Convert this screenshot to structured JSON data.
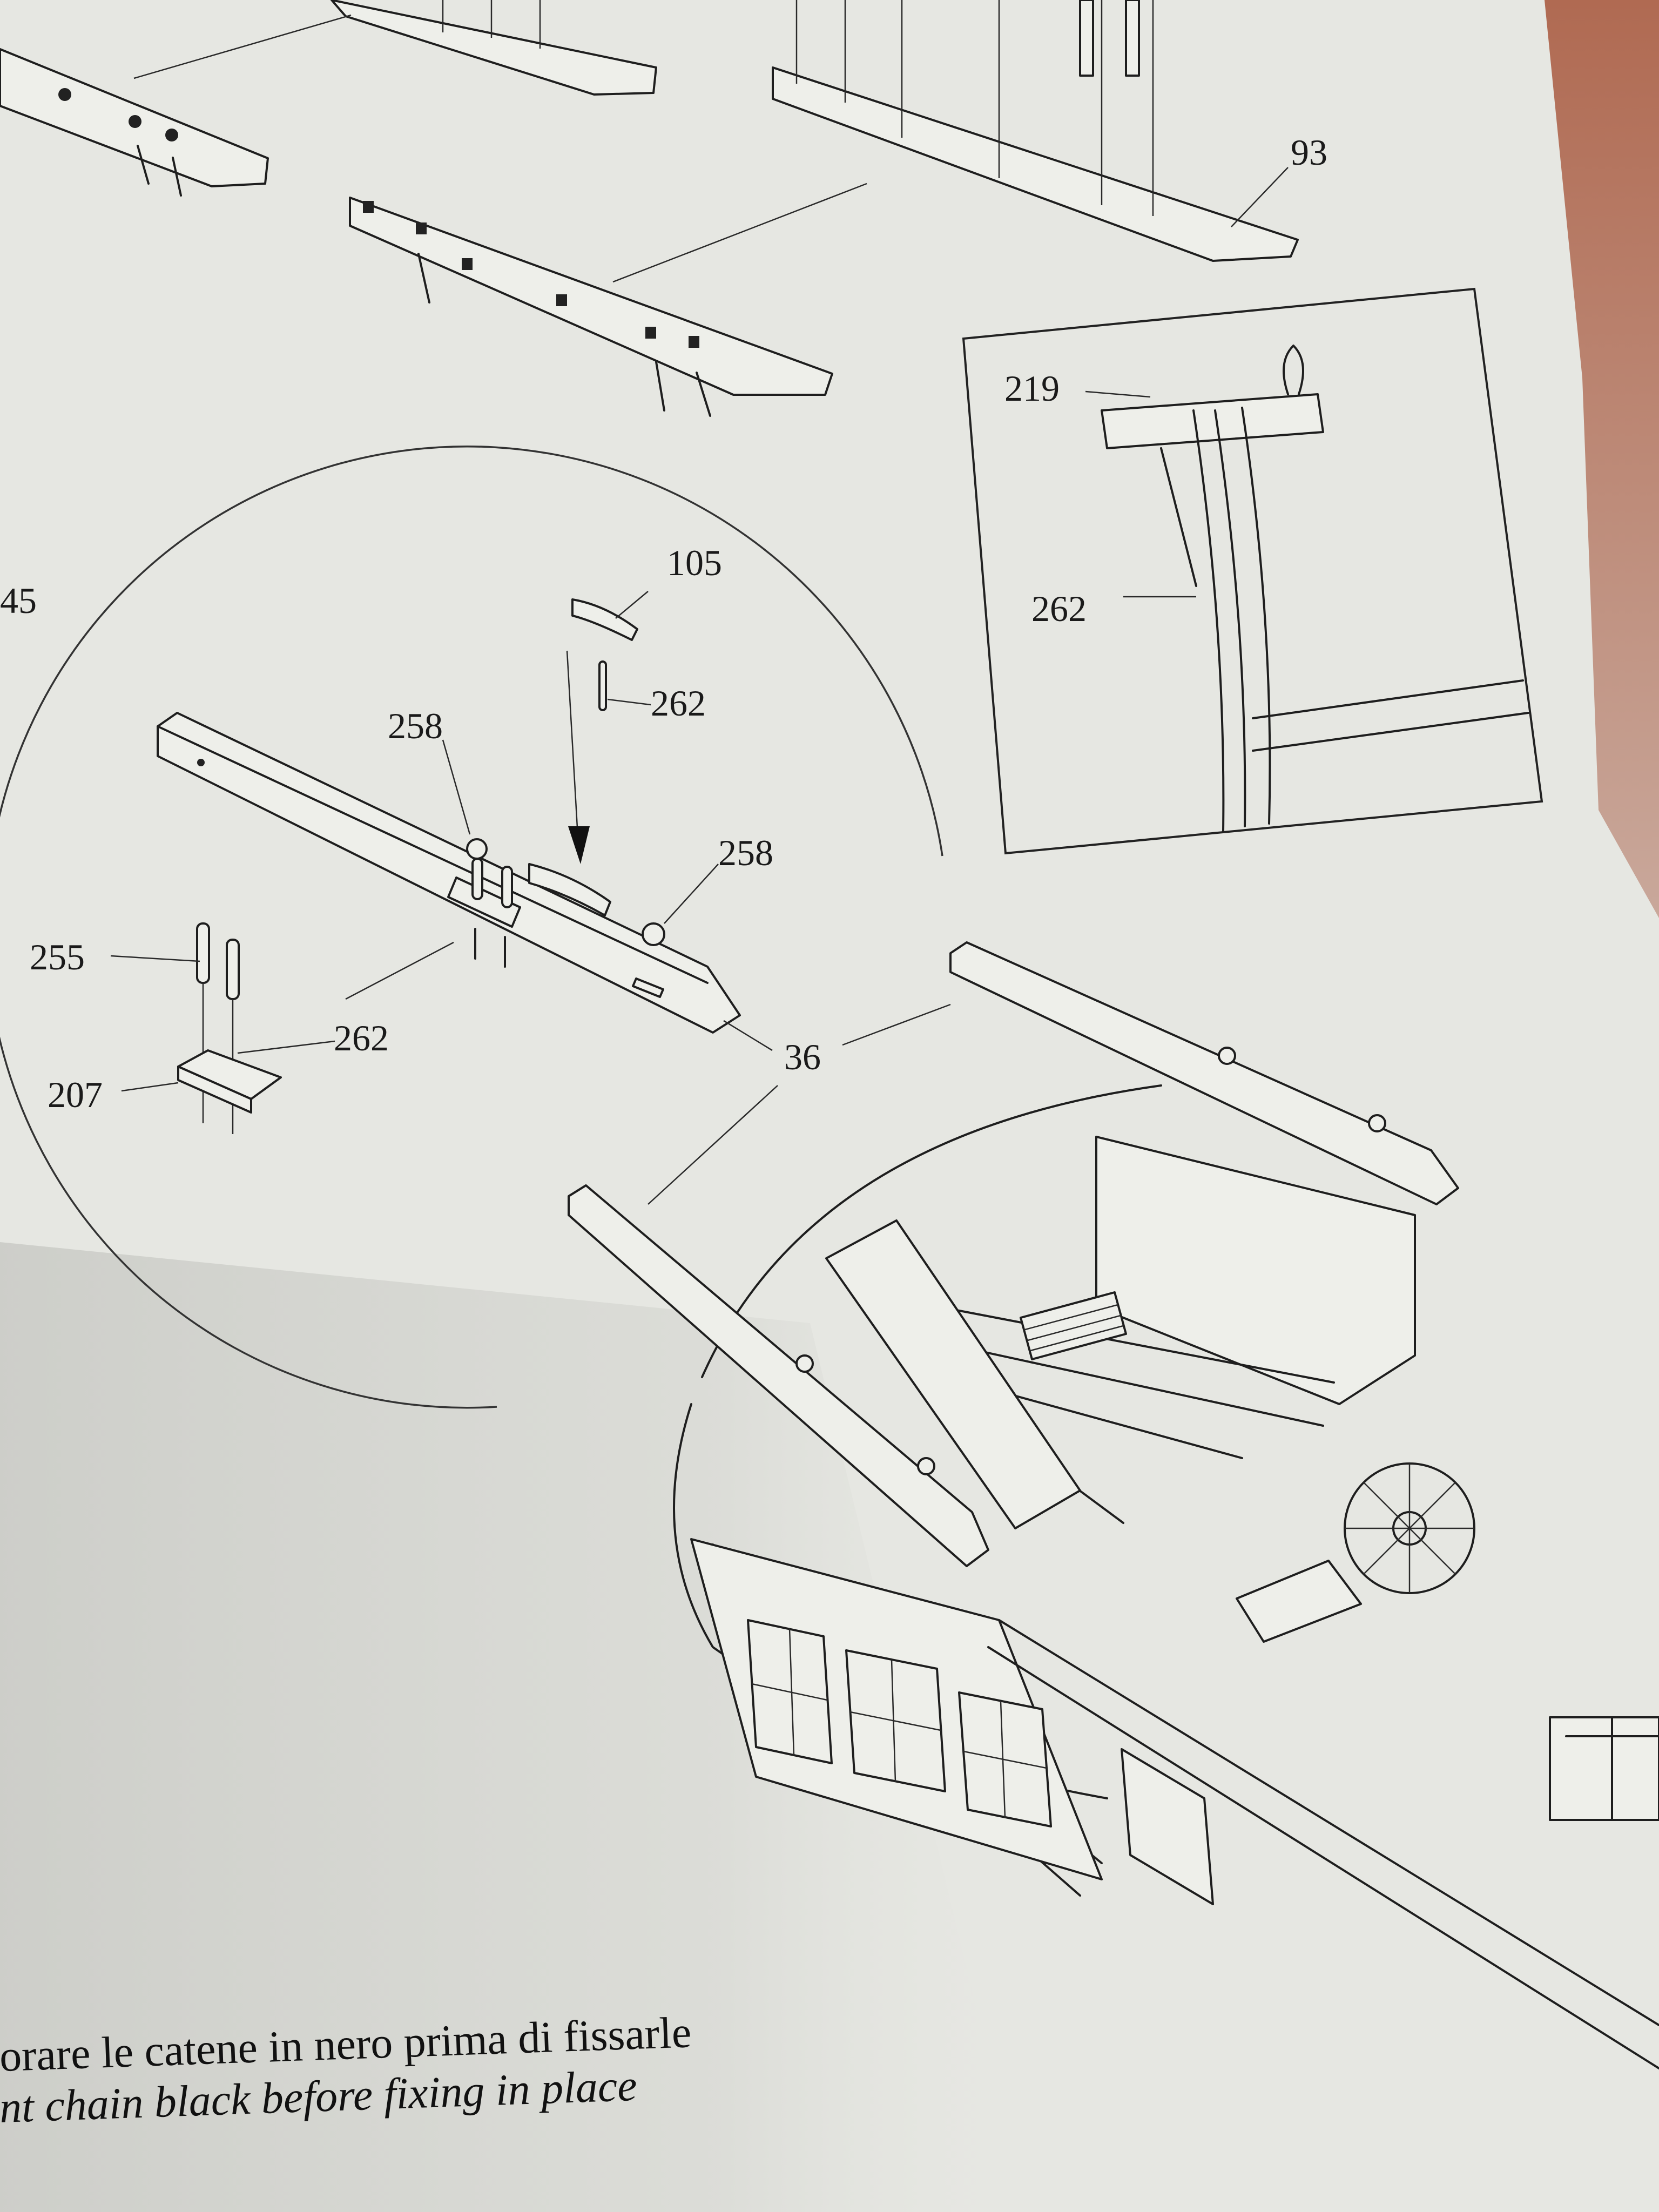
{
  "diagram": {
    "part_labels": {
      "p93": "93",
      "p219": "219",
      "p262_inset": "262",
      "p105": "105",
      "p262_pin": "262",
      "p258_left": "258",
      "p258_right": "258",
      "p255": "255",
      "p262_lower": "262",
      "p207": "207",
      "p36": "36",
      "p45": "45"
    },
    "caption": {
      "italian": "orare le catene in nero prima di fissarle",
      "english": "nt chain black before fixing in place"
    }
  },
  "colors": {
    "paper": "#e6e7e2",
    "ink": "#1e1e1e",
    "table": "#a8604a"
  }
}
